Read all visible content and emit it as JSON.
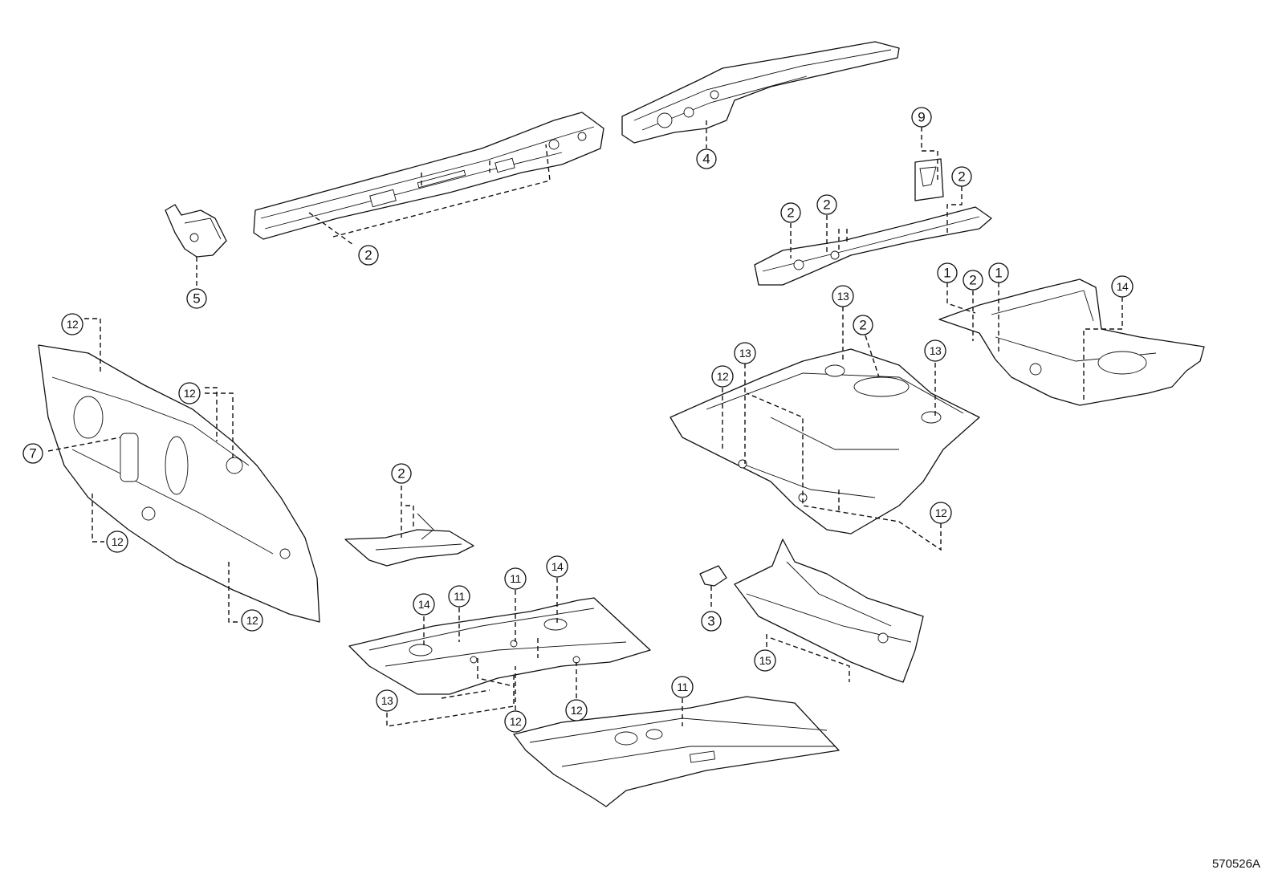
{
  "diagram": {
    "code": "570526A",
    "callouts": [
      {
        "id": "c-4",
        "label": "4"
      },
      {
        "id": "c-9",
        "label": "9"
      },
      {
        "id": "c-2-ne",
        "label": "2"
      },
      {
        "id": "c-2-ra",
        "label": "2"
      },
      {
        "id": "c-2-rb",
        "label": "2"
      },
      {
        "id": "c-2-rail",
        "label": "2"
      },
      {
        "id": "c-5",
        "label": "5"
      },
      {
        "id": "c-1-a",
        "label": "1"
      },
      {
        "id": "c-2-rf",
        "label": "2"
      },
      {
        "id": "c-1-b",
        "label": "1"
      },
      {
        "id": "c-14-rf",
        "label": "14"
      },
      {
        "id": "c-12-d1",
        "label": "12"
      },
      {
        "id": "c-13-c1",
        "label": "13"
      },
      {
        "id": "c-2-c",
        "label": "2"
      },
      {
        "id": "c-13-c2",
        "label": "13"
      },
      {
        "id": "c-13-c3",
        "label": "13"
      },
      {
        "id": "c-12-c",
        "label": "12"
      },
      {
        "id": "c-12-d2",
        "label": "12"
      },
      {
        "id": "c-7",
        "label": "7"
      },
      {
        "id": "c-12-d3",
        "label": "12"
      },
      {
        "id": "c-12-d4",
        "label": "12"
      },
      {
        "id": "c-2-br",
        "label": "2"
      },
      {
        "id": "c-12-ce",
        "label": "12"
      },
      {
        "id": "c-14-f1",
        "label": "14"
      },
      {
        "id": "c-11-f1",
        "label": "11"
      },
      {
        "id": "c-11-f2",
        "label": "11"
      },
      {
        "id": "c-14-f2",
        "label": "14"
      },
      {
        "id": "c-3",
        "label": "3"
      },
      {
        "id": "c-15",
        "label": "15"
      },
      {
        "id": "c-13-f",
        "label": "13"
      },
      {
        "id": "c-12-f1",
        "label": "12"
      },
      {
        "id": "c-12-f2",
        "label": "12"
      },
      {
        "id": "c-11-ff",
        "label": "11"
      }
    ]
  }
}
